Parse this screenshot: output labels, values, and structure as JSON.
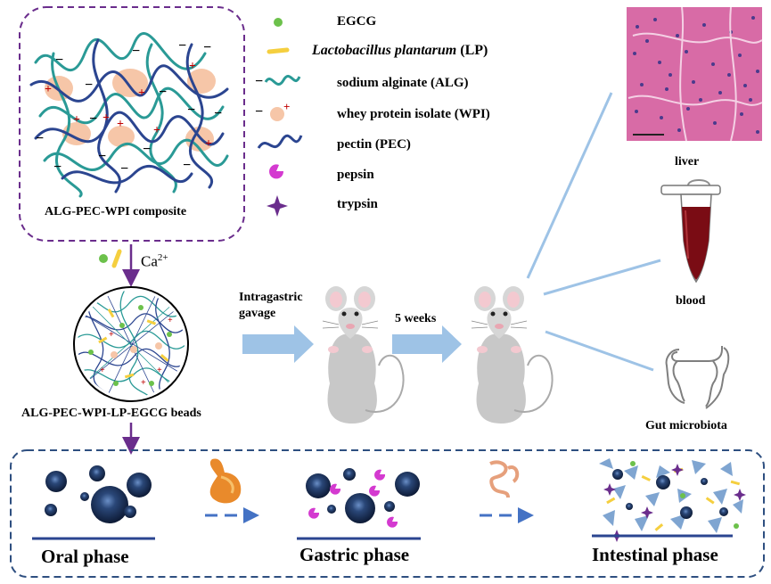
{
  "composite": {
    "label": "ALG-PEC-WPI composite"
  },
  "legend": [
    {
      "id": "egcg",
      "text": "EGCG"
    },
    {
      "id": "lp",
      "text_italic": "Lactobacillus plantarum",
      "text_rest": " (LP)"
    },
    {
      "id": "alg",
      "text": "sodium alginate (ALG)"
    },
    {
      "id": "wpi",
      "text": "whey protein isolate (WPI)"
    },
    {
      "id": "pec",
      "text": "pectin (PEC)"
    },
    {
      "id": "pepsin",
      "text": "pepsin"
    },
    {
      "id": "trypsin",
      "text": "trypsin"
    }
  ],
  "calcium": {
    "base": "Ca",
    "sup": "2+"
  },
  "beads": {
    "label": "ALG-PEC-WPI-LP-EGCG beads"
  },
  "gavage": {
    "line1": "Intragastric",
    "line2": "gavage"
  },
  "duration": {
    "label": "5 weeks"
  },
  "outcomes": {
    "liver": "liver",
    "blood": "blood",
    "gut": "Gut microbiota"
  },
  "phases": {
    "oral": "Oral phase",
    "gastric": "Gastric phase",
    "intestinal": "Intestinal phase"
  },
  "colors": {
    "alg": "#2a9a96",
    "pec": "#2b4590",
    "wpi": "#f6c6a8",
    "egcg": "#6cc14b",
    "lp": "#f5cf3f",
    "pepsin": "#d43ad0",
    "trypsin": "#6a2d8c",
    "arrow_blue": "#9ec3e6",
    "purple": "#6a2d8c",
    "dash_border": "#2e4f80"
  }
}
